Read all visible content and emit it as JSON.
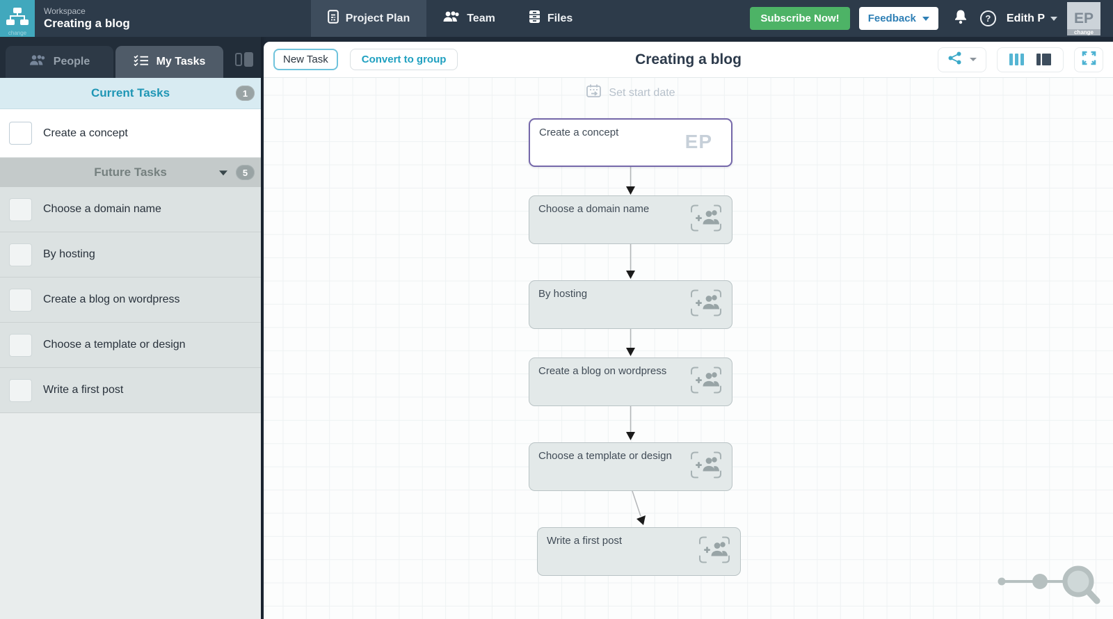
{
  "topbar": {
    "workspace_label": "Workspace",
    "project_title": "Creating a blog",
    "logo_caption": "change",
    "tabs": [
      {
        "label": "Project Plan",
        "active": true
      },
      {
        "label": "Team",
        "active": false
      },
      {
        "label": "Files",
        "active": false
      }
    ],
    "subscribe_label": "Subscribe Now!",
    "feedback_label": "Feedback",
    "user_name": "Edith P",
    "avatar_initials": "EP",
    "avatar_caption": "change"
  },
  "sidebar": {
    "tabs": [
      {
        "label": "People",
        "active": false
      },
      {
        "label": "My Tasks",
        "active": true
      }
    ],
    "current": {
      "title": "Current Tasks",
      "count": "1",
      "tasks": [
        {
          "label": "Create a concept",
          "checked": false
        }
      ]
    },
    "future": {
      "title": "Future Tasks",
      "count": "5",
      "tasks": [
        {
          "label": "Choose a domain name",
          "checked": false
        },
        {
          "label": "By hosting",
          "checked": false
        },
        {
          "label": "Create a blog on wordpress",
          "checked": false
        },
        {
          "label": "Choose a template or design",
          "checked": false
        },
        {
          "label": "Write a first post",
          "checked": false
        }
      ]
    }
  },
  "canvas": {
    "new_task_label": "New Task",
    "convert_label": "Convert to group",
    "title": "Creating a blog",
    "set_start_date_label": "Set start date",
    "nodes": [
      {
        "label": "Create a concept",
        "state": "current",
        "assignee": "EP"
      },
      {
        "label": "Choose a domain name",
        "state": "future"
      },
      {
        "label": "By hosting",
        "state": "future"
      },
      {
        "label": "Create a blog on wordpress",
        "state": "future"
      },
      {
        "label": "Choose a template or design",
        "state": "future"
      },
      {
        "label": "Write a first post",
        "state": "future"
      }
    ]
  },
  "colors": {
    "topbar_bg": "#2d3b4a",
    "logo_teal": "#41a8bd",
    "subscribe_green": "#4db366",
    "feedback_blue": "#2e7fb5",
    "accent_teal": "#1fa0c0",
    "current_section_bg": "#d8ebf2",
    "future_section_bg": "#c4caca",
    "future_row_bg": "#dce2e2",
    "node_gray_bg": "#e3e9e9",
    "current_node_border": "#7568aa"
  }
}
